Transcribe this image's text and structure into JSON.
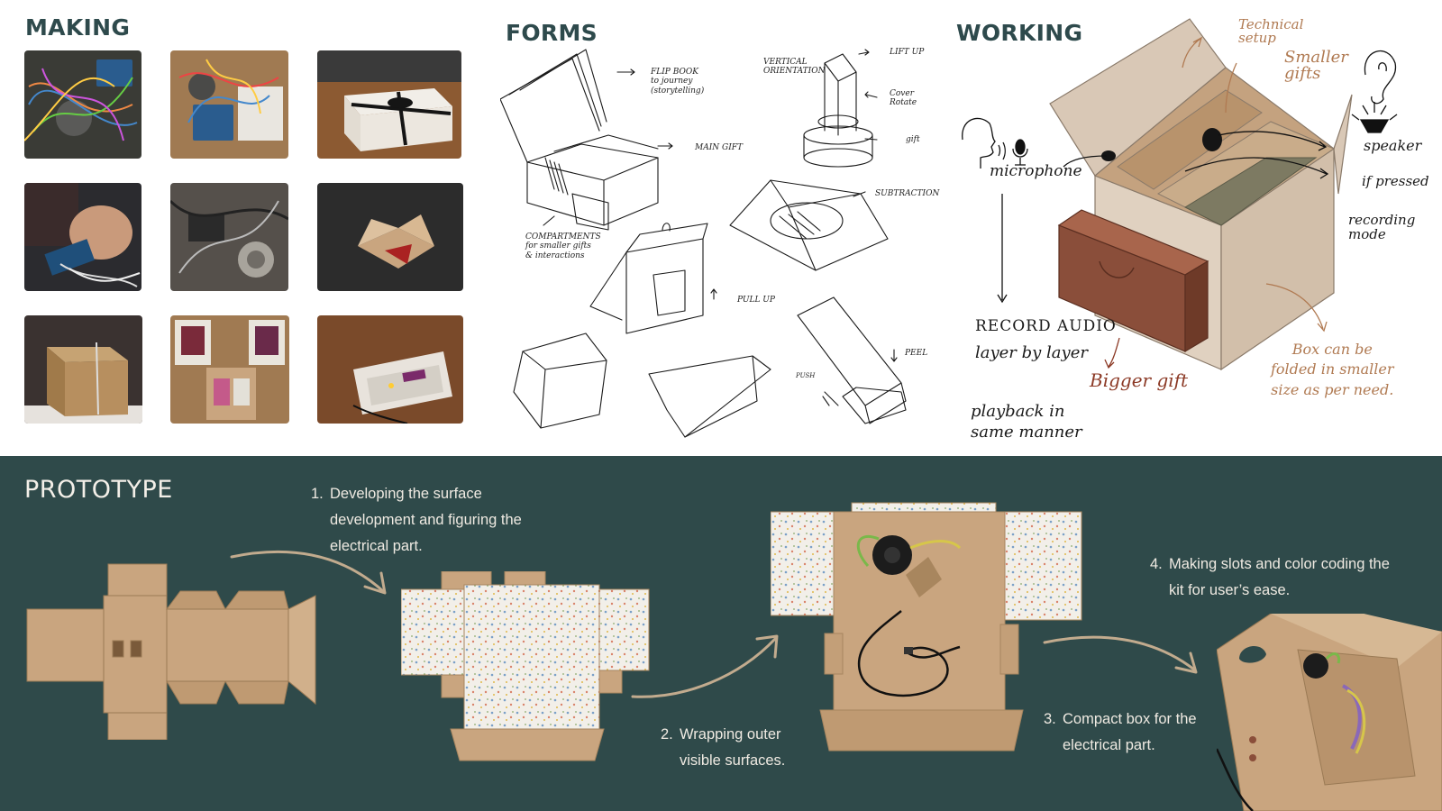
{
  "making": {
    "title": "MAKING",
    "photos": [
      {
        "id": "wires-arduino-speaker"
      },
      {
        "id": "breadboard-arduino"
      },
      {
        "id": "floral-box-ribbon"
      },
      {
        "id": "hand-holding-board"
      },
      {
        "id": "wires-speaker-dark"
      },
      {
        "id": "open-flap-box"
      },
      {
        "id": "kraft-gift-box"
      },
      {
        "id": "open-box-photos"
      },
      {
        "id": "open-box-led"
      }
    ]
  },
  "forms": {
    "title": "FORMS",
    "labels": {
      "flip_book": "FLIP BOOK\nto journey\n(storytelling)",
      "main_gift": "MAIN GIFT",
      "compartments": "COMPARTMENTS\nfor smaller gifts\n& interactions",
      "vertical": "VERTICAL\nORIENTATION",
      "lift_up": "LIFT UP",
      "cover_rotate": "Cover\nRotate",
      "gift": "gift",
      "subtraction": "SUBTRACTION",
      "pull_up": "PULL UP",
      "peel": "PEEL",
      "push": "PUSH"
    }
  },
  "working": {
    "title": "WORKING",
    "technical_setup": "Technical\nsetup",
    "smaller_gifts": "Smaller\ngifts",
    "microphone": "microphone",
    "speaker": "speaker",
    "if_pressed": "if pressed",
    "recording_mode": "recording\nmode",
    "record_audio": "RECORD AUDIO",
    "layer_by_layer": "layer by layer",
    "playback": "playback in\nsame manner",
    "bigger_gift": "Bigger gift",
    "box_folded": "Box can be\nfolded in smaller\nsize as per need.",
    "colors": {
      "box_light": "#d9c8b6",
      "box_mid": "#c4a27f",
      "drawer": "#8a4e3a",
      "olive": "#7d7a62"
    }
  },
  "prototype": {
    "title": "PROTOTYPE",
    "steps": [
      {
        "num": "1.",
        "lines": [
          "Developing the surface",
          "development and figuring the",
          "electrical part."
        ]
      },
      {
        "num": "2.",
        "lines": [
          "Wrapping outer",
          "visible surfaces."
        ]
      },
      {
        "num": "3.",
        "lines": [
          "Compact box for the",
          "electrical part."
        ]
      },
      {
        "num": "4.",
        "lines": [
          "Making slots and color coding the",
          "kit for user’s ease."
        ]
      }
    ],
    "colors": {
      "band": "#2f4a4a",
      "text": "#efeae2",
      "cardboard": "#c9a57f"
    }
  }
}
